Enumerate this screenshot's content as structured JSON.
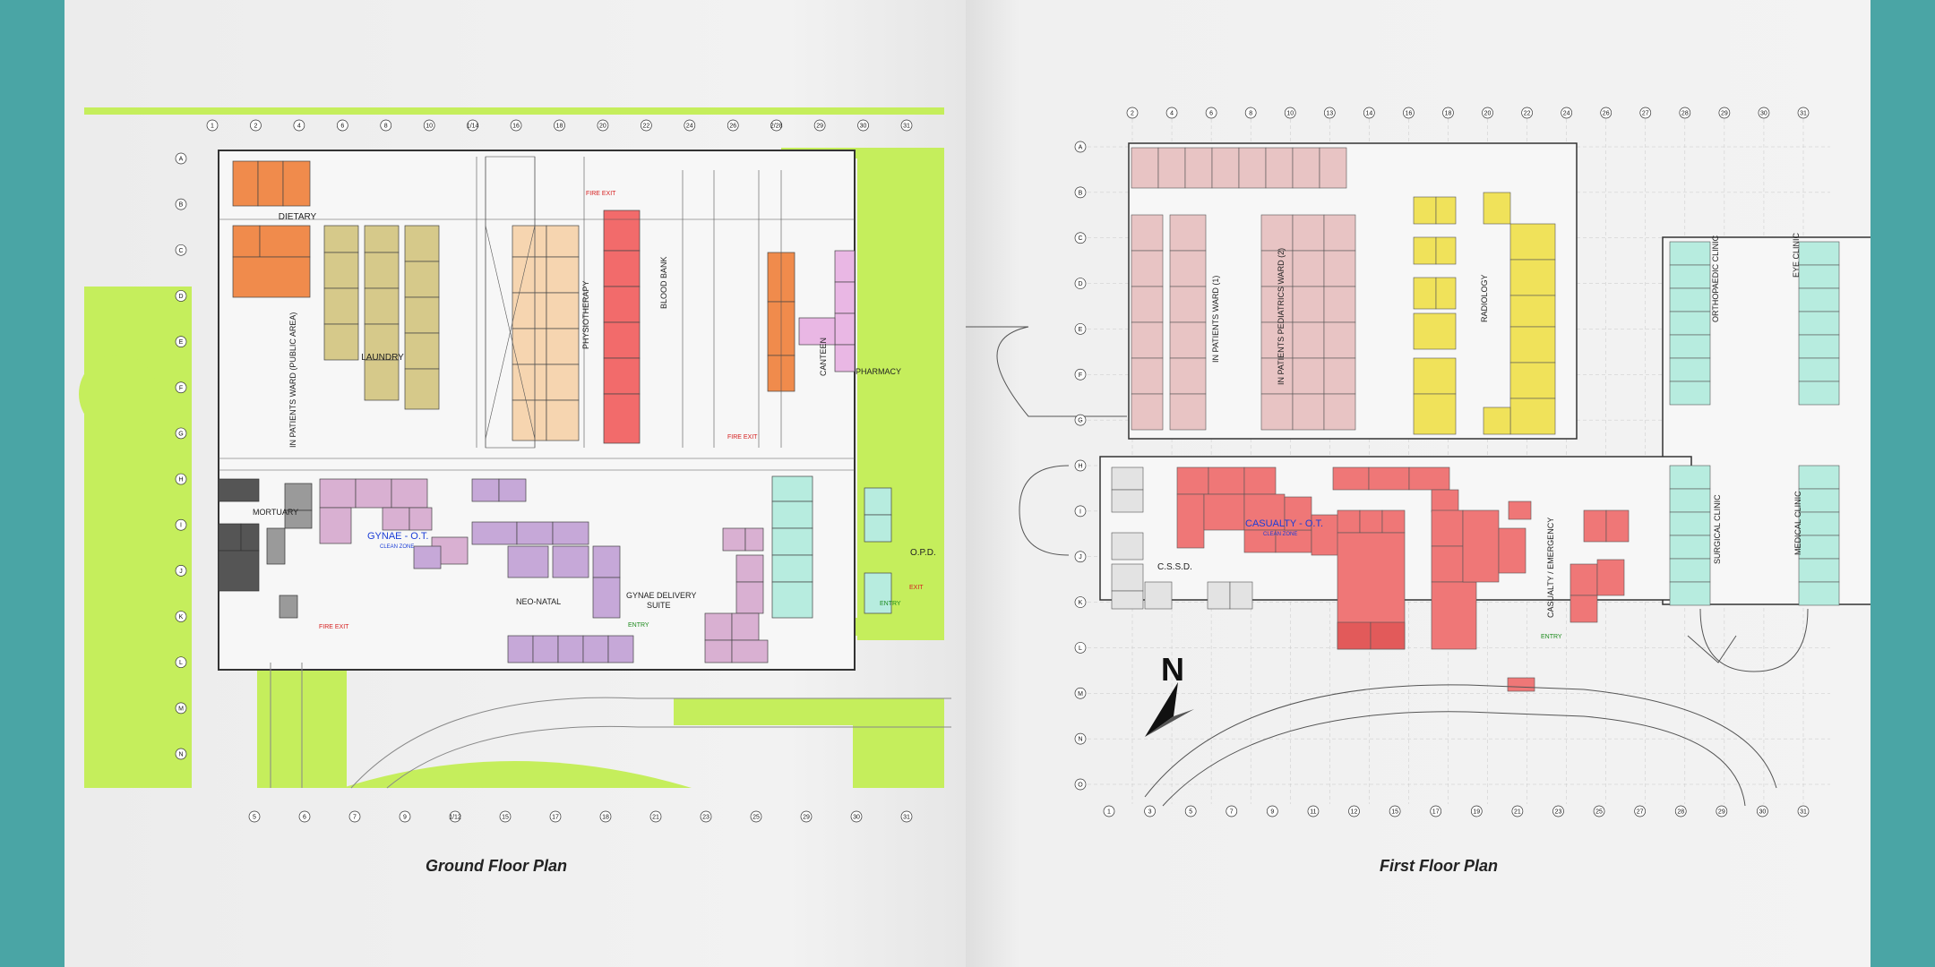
{
  "colors": {
    "grass": "#c5ee5c",
    "orange": "#f08b4c",
    "tan": "#d6c98a",
    "peach": "#f6d5b0",
    "red": "#f26b6b",
    "lavender": "#c6a8d8",
    "mauve": "#d9b0d2",
    "pink_ward": "#e8c4c4",
    "yellow": "#f0e25a",
    "mint": "#b7ecdf",
    "grey": "#9a9a9a",
    "dark_grey": "#555555",
    "magenta": "#e9b7e4",
    "casualty_red": "#ef7777"
  },
  "ground": {
    "caption": "Ground Floor Plan",
    "grid_top": [
      "1",
      "2",
      "4",
      "6",
      "8",
      "10",
      "1/14",
      "16",
      "18",
      "20",
      "22",
      "24",
      "26",
      "2/28",
      "29",
      "30",
      "31"
    ],
    "grid_bottom": [
      "5",
      "6",
      "7",
      "9",
      "1/12",
      "15",
      "17",
      "18",
      "21",
      "23",
      "25",
      "29",
      "30",
      "31"
    ],
    "grid_left": [
      "A",
      "B",
      "C",
      "D",
      "E",
      "F",
      "G",
      "H",
      "I",
      "J",
      "K",
      "L",
      "M",
      "N"
    ],
    "labels": {
      "dietary": "DIETARY",
      "laundry": "LAUNDRY",
      "ward": "IN PATIENTS WARD (PUBLIC AREA)",
      "physio": "PHYSIOTHERAPY",
      "blood": "BLOOD BANK",
      "canteen": "CANTEEN",
      "pharmacy": "PHARMACY",
      "mortuary": "MORTUARY",
      "gynae": "GYNAE - O.T.",
      "clean": "CLEAN ZONE",
      "neonatal": "NEO-NATAL",
      "gds": "GYNAE DELIVERY",
      "suite": "SUITE",
      "opd": "O.P.D.",
      "entry": "ENTRY",
      "fire_exit": "FIRE EXIT",
      "exit": "EXIT"
    }
  },
  "first": {
    "caption": "First Floor Plan",
    "grid_top": [
      "2",
      "4",
      "6",
      "8",
      "10",
      "13",
      "14",
      "16",
      "18",
      "20",
      "22",
      "24",
      "26",
      "27",
      "28",
      "29",
      "30",
      "31"
    ],
    "grid_bottom": [
      "1",
      "3",
      "5",
      "7",
      "9",
      "11",
      "12",
      "15",
      "17",
      "19",
      "21",
      "23",
      "25",
      "27",
      "28",
      "29",
      "30",
      "31"
    ],
    "grid_left": [
      "A",
      "B",
      "C",
      "D",
      "E",
      "F",
      "G",
      "H",
      "I",
      "J",
      "K",
      "L",
      "M",
      "N",
      "O"
    ],
    "labels": {
      "ward1": "IN PATIENTS WARD (1)",
      "ward2": "IN PATIENTS PEDIATRICS WARD (2)",
      "radiology": "RADIOLOGY",
      "ortho": "ORTHOPAEDIC CLINIC",
      "eye": "EYE CLINIC",
      "surgical": "SURGICAL CLINIC",
      "medical": "MEDICAL CLINIC",
      "casualty_ot": "CASUALTY - O.T.",
      "clean": "CLEAN ZONE",
      "cssd": "C.S.S.D.",
      "casualty_em": "CASUALTY / EMERGENCY",
      "entry": "ENTRY",
      "north": "N"
    }
  }
}
